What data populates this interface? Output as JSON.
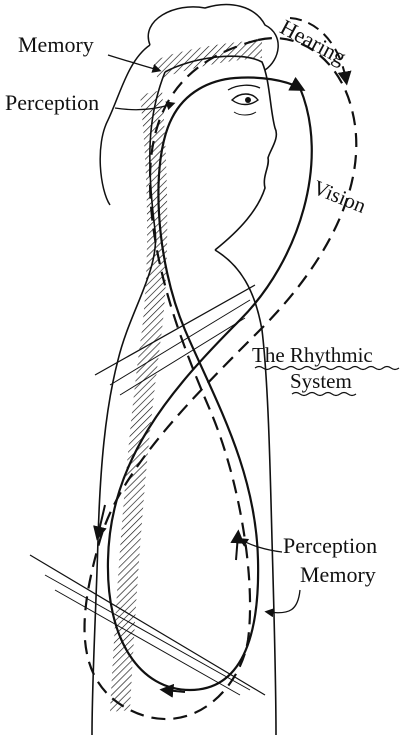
{
  "labels": {
    "memory": "Memory",
    "perception": "Perception",
    "hearing": "Hearing",
    "vision": "Vision",
    "rhythmic_line1": "The Rhythmic",
    "rhythmic_line2": "System",
    "perception_memory_line1": "Perception",
    "perception_memory_line2": "Memory"
  },
  "colors": {
    "ink": "#111111",
    "background": "#ffffff"
  }
}
